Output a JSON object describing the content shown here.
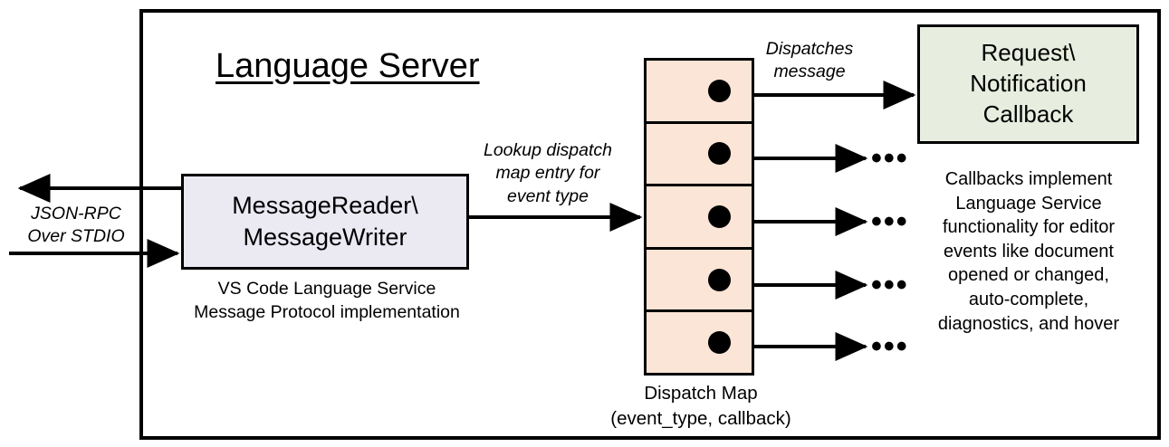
{
  "diagram": {
    "type": "architecture-block-diagram",
    "title": "Language Server",
    "frame_label": "Language Server",
    "colors": {
      "reader_fill": "#EBE9F2",
      "dispatch_fill": "#FBE5D6",
      "callback_fill": "#E8EEDF",
      "stroke": "#000000",
      "background": "#FFFFFF"
    },
    "nodes": {
      "reader": {
        "label_line1": "MessageReader\\",
        "label_line2": "MessageWriter",
        "caption_line1": "VS Code Language Service",
        "caption_line2": "Message Protocol implementation"
      },
      "dispatch_map": {
        "caption_line1": "Dispatch Map",
        "caption_line2": "(event_type, callback)",
        "row_count": 5,
        "rows": [
          {
            "index": 1,
            "has_dot": true,
            "outgoing": "callback"
          },
          {
            "index": 2,
            "has_dot": true,
            "outgoing": "ellipsis"
          },
          {
            "index": 3,
            "has_dot": true,
            "outgoing": "ellipsis"
          },
          {
            "index": 4,
            "has_dot": true,
            "outgoing": "ellipsis"
          },
          {
            "index": 5,
            "has_dot": true,
            "outgoing": "ellipsis"
          }
        ]
      },
      "callback": {
        "label_line1": "Request\\",
        "label_line2": "Notification",
        "label_line3": "Callback",
        "caption_line1": "Callbacks implement",
        "caption_line2": "Language Service",
        "caption_line3": "functionality for editor",
        "caption_line4": "events like document",
        "caption_line5": "opened or changed,",
        "caption_line6": "auto-complete,",
        "caption_line7": "diagnostics, and hover"
      }
    },
    "edge_labels": {
      "jsonrpc_line1": "JSON-RPC",
      "jsonrpc_line2": "Over STDIO",
      "lookup_line1": "Lookup dispatch",
      "lookup_line2": "map entry for",
      "lookup_line3": "event type",
      "dispatches_line1": "Dispatches",
      "dispatches_line2": "message"
    },
    "ellipsis": "•••"
  }
}
